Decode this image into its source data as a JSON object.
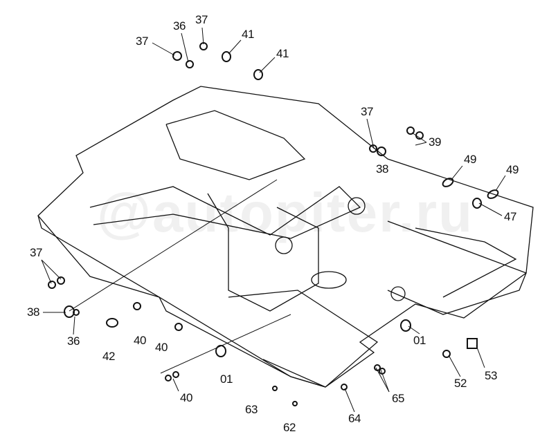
{
  "diagram": {
    "type": "exploded parts diagram",
    "watermark": "@autopiter.ru",
    "callouts": [
      "37",
      "36",
      "37",
      "41",
      "41",
      "37",
      "39",
      "38",
      "49",
      "49",
      "47",
      "37",
      "38",
      "36",
      "42",
      "40",
      "40",
      "01",
      "40",
      "63",
      "62",
      "64",
      "65",
      "01",
      "52",
      "53"
    ]
  }
}
